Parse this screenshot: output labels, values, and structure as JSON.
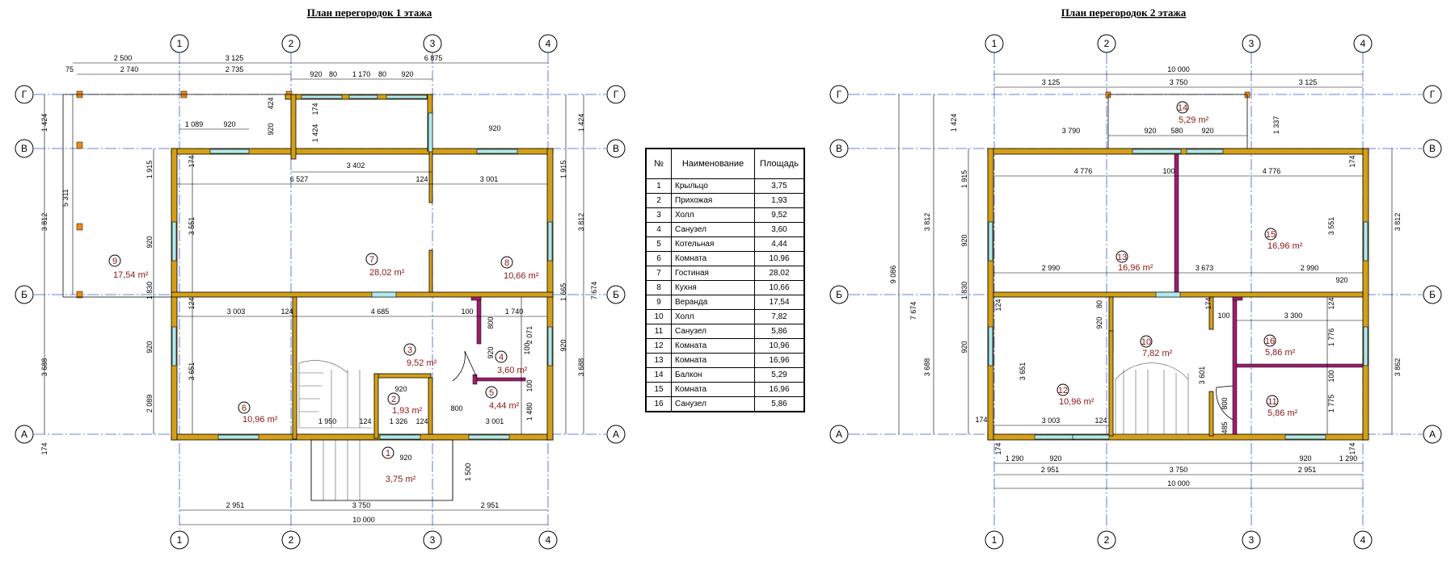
{
  "plan1": {
    "title": "План перегородок 1 этажа",
    "axes_vertical": [
      "1",
      "2",
      "3",
      "4"
    ],
    "axes_horizontal": [
      "Г",
      "В",
      "Б",
      "А"
    ],
    "rooms": [
      {
        "num": "1",
        "area": "3,75 m²"
      },
      {
        "num": "2",
        "area": "1,93 m²"
      },
      {
        "num": "3",
        "area": "9,52 m²"
      },
      {
        "num": "4",
        "area": "3,60 m²"
      },
      {
        "num": "5",
        "area": "4,44 m²"
      },
      {
        "num": "6",
        "area": "10,96 m²"
      },
      {
        "num": "7",
        "area": "28,02 m²"
      },
      {
        "num": "8",
        "area": "10,66 m²"
      },
      {
        "num": "9",
        "area": "17,54 m²"
      }
    ],
    "dims_top": [
      "2 500",
      "3 125",
      "6 875",
      "75",
      "2 740",
      "2 735",
      "920",
      "80",
      "1 170",
      "80",
      "920",
      "1 089",
      "920",
      "920",
      "424",
      "920",
      "174",
      "1 424",
      "3 402",
      "6 527",
      "124",
      "3 001"
    ],
    "dims_left": [
      "1 424",
      "5 311",
      "3 812",
      "1 915",
      "3 551",
      "920",
      "1 830",
      "920",
      "3 688",
      "2 089",
      "3 651",
      "174",
      "124",
      "174"
    ],
    "dims_right": [
      "1 424",
      "1 915",
      "3 812",
      "1 665",
      "7 674",
      "2 071",
      "920",
      "3 688",
      "1 480",
      "100"
    ],
    "dims_inner": [
      "3 003",
      "124",
      "4 685",
      "100",
      "1 740",
      "920",
      "800",
      "920",
      "1 950",
      "124",
      "1 326",
      "124",
      "3 001",
      "800",
      "1 500",
      "920",
      "100"
    ],
    "dims_bottom": [
      "2 951",
      "3 750",
      "2 951",
      "10 000"
    ]
  },
  "plan2": {
    "title": "План перегородок 2 этажа",
    "axes_vertical": [
      "1",
      "2",
      "3",
      "4"
    ],
    "axes_horizontal": [
      "Г",
      "В",
      "Б",
      "А"
    ],
    "rooms": [
      {
        "num": "10",
        "area": "7,82 m²"
      },
      {
        "num": "11",
        "area": "5,86 m²"
      },
      {
        "num": "12",
        "area": "10,96 m²"
      },
      {
        "num": "13",
        "area": "16,96 m²"
      },
      {
        "num": "14",
        "area": "5,29 m²"
      },
      {
        "num": "15",
        "area": "16,96 m²"
      },
      {
        "num": "16",
        "area": "5,86 m²"
      }
    ],
    "dims_top": [
      "10 000",
      "3 125",
      "3 750",
      "3 125",
      "3 790",
      "920",
      "580",
      "920",
      "1 337",
      "4 776",
      "100",
      "4 776",
      "174"
    ],
    "dims_left": [
      "1 424",
      "9 086",
      "3 812",
      "1 915",
      "920",
      "7 674",
      "1 830",
      "124",
      "920",
      "3 688",
      "3 651",
      "920",
      "80",
      "174",
      "174"
    ],
    "dims_right": [
      "3 812",
      "3 551",
      "124",
      "1 776",
      "3 862",
      "100",
      "1 775",
      "174"
    ],
    "dims_inner": [
      "2 990",
      "3 673",
      "2 990",
      "920",
      "3 300",
      "100",
      "3 003",
      "124",
      "3 601",
      "800",
      "485",
      "174"
    ],
    "dims_bottom": [
      "1 290",
      "920",
      "920",
      "1 290",
      "2 951",
      "3 750",
      "2 951",
      "10 000"
    ]
  },
  "table": {
    "headers": [
      "№",
      "Наименование",
      "Площадь"
    ],
    "rows": [
      [
        "1",
        "Крыльцо",
        "3,75"
      ],
      [
        "2",
        "Прихожая",
        "1,93"
      ],
      [
        "3",
        "Холл",
        "9,52"
      ],
      [
        "4",
        "Санузел",
        "3,60"
      ],
      [
        "5",
        "Котельная",
        "4,44"
      ],
      [
        "6",
        "Комната",
        "10,96"
      ],
      [
        "7",
        "Гостиная",
        "28,02"
      ],
      [
        "8",
        "Кухня",
        "10,66"
      ],
      [
        "9",
        "Веранда",
        "17,54"
      ],
      [
        "10",
        "Холл",
        "7,82"
      ],
      [
        "11",
        "Санузел",
        "5,86"
      ],
      [
        "12",
        "Комната",
        "10,96"
      ],
      [
        "13",
        "Комната",
        "16,96"
      ],
      [
        "14",
        "Балкон",
        "5,29"
      ],
      [
        "15",
        "Комната",
        "16,96"
      ],
      [
        "16",
        "Санузел",
        "5,86"
      ]
    ]
  },
  "colors": {
    "wall": "#d4a017",
    "partition": "#9c1d6e",
    "window": "#aee9ee",
    "post": "#f08a12",
    "grid": "#3a5fcd",
    "room_label": "#8b1414"
  }
}
